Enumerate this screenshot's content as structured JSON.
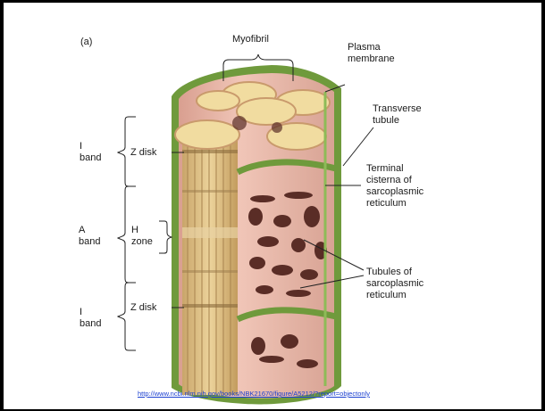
{
  "figure": {
    "panel_label": "(a)",
    "labels": {
      "myofibril": "Myofibril",
      "plasma_membrane": [
        "Plasma",
        "membrane"
      ],
      "transverse_tubule": [
        "Transverse",
        "tubule"
      ],
      "terminal_cisterna": [
        "Terminal",
        "cisterna of",
        "sarcoplasmic",
        "reticulum"
      ],
      "tubules_sr": [
        "Tubules of",
        "sarcoplasmic",
        "reticulum"
      ],
      "i_band_top": [
        "I",
        "band"
      ],
      "z_disk_top": "Z disk",
      "a_band": [
        "A",
        "band"
      ],
      "h_zone": [
        "H",
        "zone"
      ],
      "i_band_bottom": [
        "I",
        "band"
      ],
      "z_disk_bottom": "Z disk"
    },
    "source_url": "http://www.ncbi.nlm.nih.gov/books/NBK21670/figure/A5212/?report=objectonly"
  },
  "colors": {
    "membrane_green": "#6f9a3c",
    "sarcoplasm_pink": "#e9b9aa",
    "myofibril_cream": "#f1dca0",
    "striation_tan": "#d3b47a",
    "sr_dark": "#5a2d26"
  }
}
